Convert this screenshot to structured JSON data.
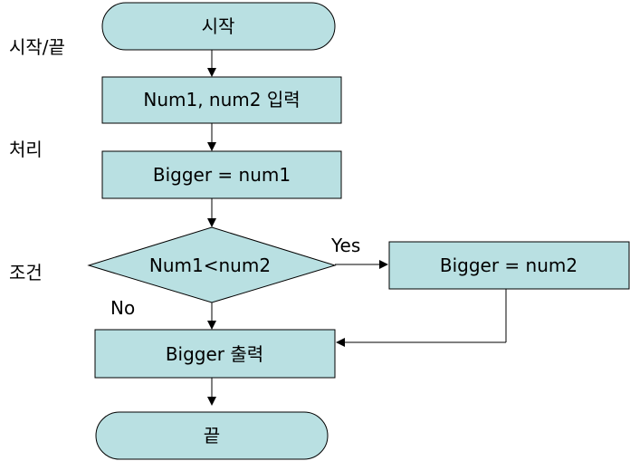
{
  "legend": {
    "terminal": "시작/끝",
    "process": "처리",
    "decision": "조건"
  },
  "nodes": {
    "start": "시작",
    "input": "Num1, num2 입력",
    "assign1": "Bigger = num1",
    "condition": "Num1<num2",
    "assign2": "Bigger = num2",
    "output": "Bigger 출력",
    "end": "끝"
  },
  "edges": {
    "yes": "Yes",
    "no": "No"
  },
  "colors": {
    "shape_fill": "#b9e0e2",
    "stroke": "#000000"
  }
}
